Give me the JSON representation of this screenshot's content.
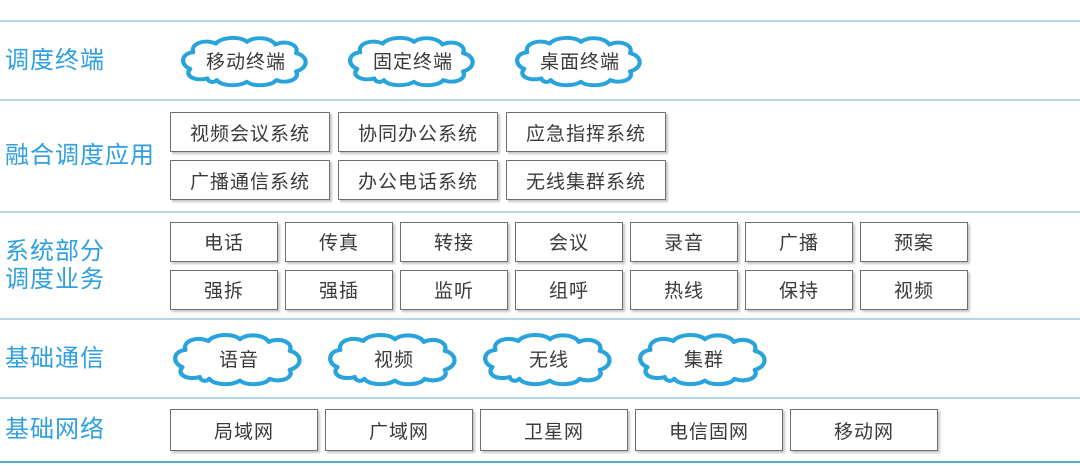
{
  "colors": {
    "label_blue": "#2e9fe0",
    "cloud_stroke": "#29a3dc",
    "divider_light": "#b3d7e6",
    "divider_bottom": "#4fafd4",
    "box_border": "#6f6f6f",
    "node_text": "#3a3a3a",
    "background": "#ffffff"
  },
  "rows": {
    "terminals": {
      "label": "调度终端",
      "items": [
        "移动终端",
        "固定终端",
        "桌面终端"
      ]
    },
    "apps": {
      "label": "融合调度应用",
      "items": [
        "视频会议系统",
        "协同办公系统",
        "应急指挥系统",
        "广播通信系统",
        "办公电话系统",
        "无线集群系统"
      ]
    },
    "services": {
      "label_line1": "系统部分",
      "label_line2": "调度业务",
      "items": [
        "电话",
        "传真",
        "转接",
        "会议",
        "录音",
        "广播",
        "预案",
        "强拆",
        "强插",
        "监听",
        "组呼",
        "热线",
        "保持",
        "视频"
      ]
    },
    "basic_comm": {
      "label": "基础通信",
      "items": [
        "语音",
        "视频",
        "无线",
        "集群"
      ]
    },
    "basic_network": {
      "label": "基础网络",
      "items": [
        "局域网",
        "广域网",
        "卫星网",
        "电信固网",
        "移动网"
      ]
    }
  }
}
